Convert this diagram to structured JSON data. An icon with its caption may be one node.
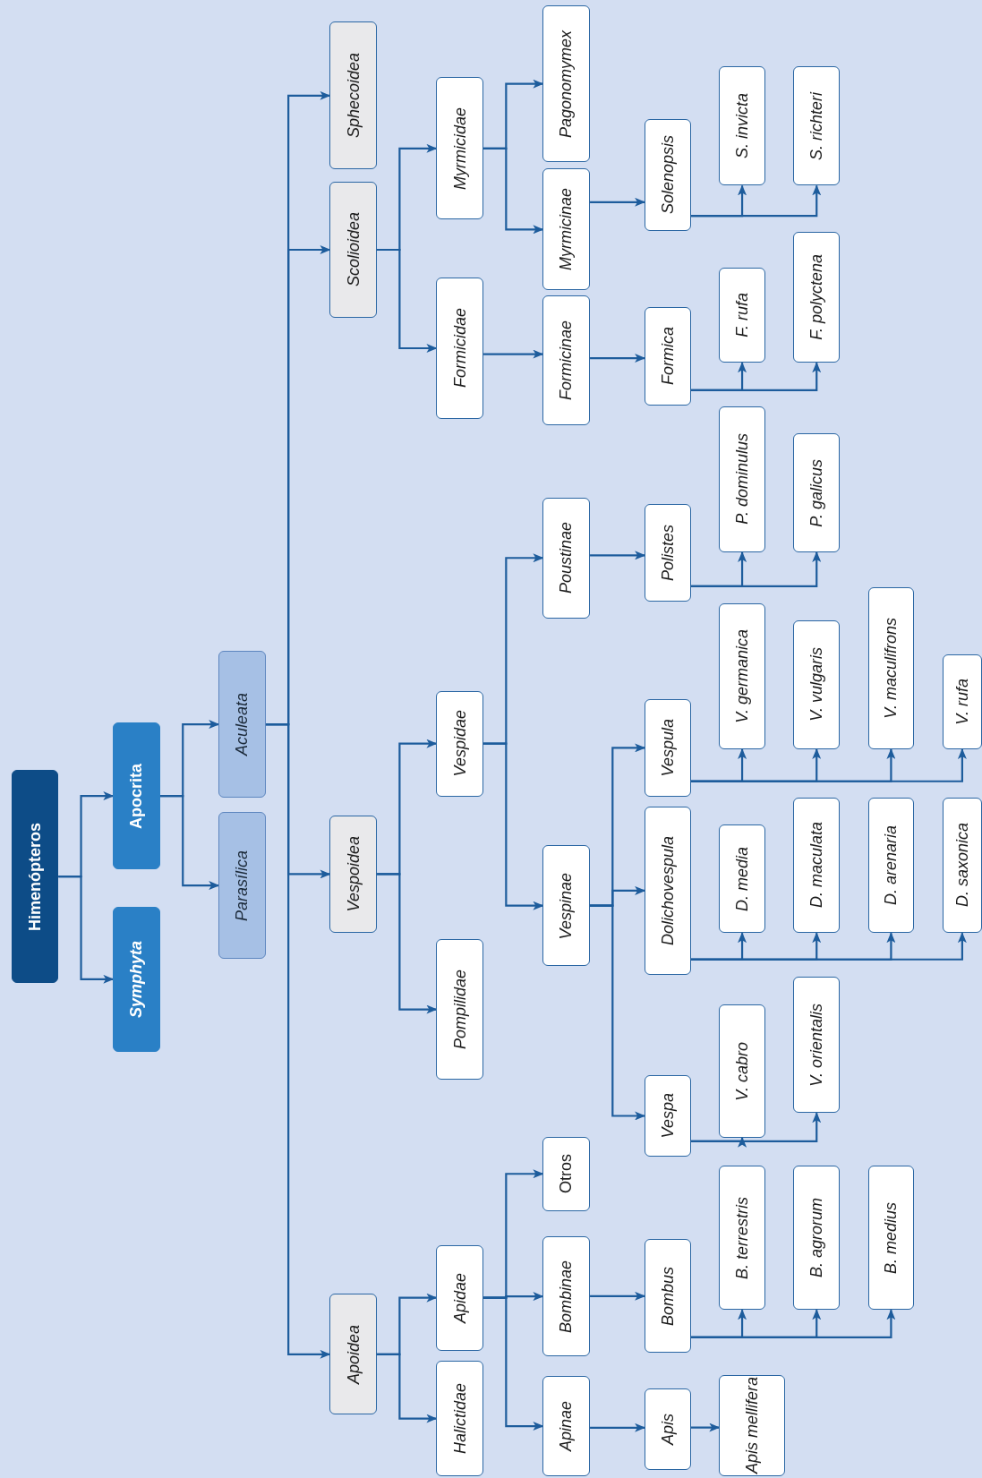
{
  "diagram": {
    "nodes": [
      {
        "text": [
          "Himenópteros"
        ]
      },
      {
        "text": [
          "Symphyta"
        ]
      },
      {
        "text": [
          "Apocrita"
        ]
      },
      {
        "text": [
          "Parasílica"
        ]
      },
      {
        "text": [
          "Aculeata"
        ]
      },
      {
        "text": [
          "Sphecoidea"
        ]
      },
      {
        "text": [
          "Scolioidea"
        ]
      },
      {
        "text": [
          "Vespoidea"
        ]
      },
      {
        "text": [
          "Apoidea"
        ]
      },
      {
        "text": [
          "Myrmicidae"
        ]
      },
      {
        "text": [
          "Formicidae"
        ]
      },
      {
        "text": [
          "Vespidae"
        ]
      },
      {
        "text": [
          "Pompilidae"
        ]
      },
      {
        "text": [
          "Apidae"
        ]
      },
      {
        "text": [
          "Halictidae"
        ]
      },
      {
        "text": [
          "Pagonomymex"
        ]
      },
      {
        "text": [
          "Myrmicinae"
        ]
      },
      {
        "text": [
          "Formicinae"
        ]
      },
      {
        "text": [
          "Poustinae"
        ]
      },
      {
        "text": [
          "Vespinae"
        ]
      },
      {
        "text": [
          "Otros"
        ]
      },
      {
        "text": [
          "Bombinae"
        ]
      },
      {
        "text": [
          "Apinae"
        ]
      },
      {
        "text": [
          "Solenopsis"
        ]
      },
      {
        "text": [
          "Formica"
        ]
      },
      {
        "text": [
          "Polistes"
        ]
      },
      {
        "text": [
          "Vespula"
        ]
      },
      {
        "text": [
          "Dolichovespula"
        ]
      },
      {
        "text": [
          "Vespa"
        ]
      },
      {
        "text": [
          "Bombus"
        ]
      },
      {
        "text": [
          "Apis"
        ]
      },
      {
        "text": [
          "S. invicta"
        ]
      },
      {
        "text": [
          "S. richteri"
        ]
      },
      {
        "text": [
          "F. rufa"
        ]
      },
      {
        "text": [
          "F. polyctena"
        ]
      },
      {
        "text": [
          "P. dominulus"
        ]
      },
      {
        "text": [
          "P. galicus"
        ]
      },
      {
        "text": [
          "V. germanica"
        ]
      },
      {
        "text": [
          "V. vulgaris"
        ]
      },
      {
        "text": [
          "V. maculifrons"
        ]
      },
      {
        "text": [
          "V. rufa"
        ]
      },
      {
        "text": [
          "D. media"
        ]
      },
      {
        "text": [
          "D. maculata"
        ]
      },
      {
        "text": [
          "D. arenaria"
        ]
      },
      {
        "text": [
          "D. saxonica"
        ]
      },
      {
        "text": [
          "V. cabro"
        ]
      },
      {
        "text": [
          "V. orientalis"
        ]
      },
      {
        "text": [
          "B. terrestris"
        ]
      },
      {
        "text": [
          "B. agrorum"
        ]
      },
      {
        "text": [
          "B. medius"
        ]
      },
      {
        "text": [
          "Apis mellifera"
        ]
      }
    ],
    "edges": [
      {
        "from": 0,
        "to": 1,
        "arrow": "to"
      },
      {
        "from": 0,
        "to": 2,
        "arrow": "to"
      },
      {
        "from": 2,
        "to": 3,
        "arrow": "to"
      },
      {
        "from": 2,
        "to": 4,
        "arrow": "to"
      },
      {
        "from": 4,
        "to": 5,
        "arrow": "to"
      },
      {
        "from": 4,
        "to": 6,
        "arrow": "to"
      },
      {
        "from": 4,
        "to": 7,
        "arrow": "to"
      },
      {
        "from": 4,
        "to": 8,
        "arrow": "to"
      },
      {
        "from": 6,
        "to": 9,
        "arrow": "to"
      },
      {
        "from": 6,
        "to": 10,
        "arrow": "to"
      },
      {
        "from": 7,
        "to": 11,
        "arrow": "to"
      },
      {
        "from": 7,
        "to": 12,
        "arrow": "to"
      },
      {
        "from": 8,
        "to": 13,
        "arrow": "to"
      },
      {
        "from": 8,
        "to": 14,
        "arrow": "to"
      },
      {
        "from": 9,
        "to": 15,
        "arrow": "to"
      },
      {
        "from": 9,
        "to": 16,
        "arrow": "to"
      },
      {
        "from": 10,
        "to": 17,
        "arrow": "to"
      },
      {
        "from": 11,
        "to": 18,
        "arrow": "to"
      },
      {
        "from": 11,
        "to": 19,
        "arrow": "to"
      },
      {
        "from": 13,
        "to": 20,
        "arrow": "to"
      },
      {
        "from": 13,
        "to": 21,
        "arrow": "to"
      },
      {
        "from": 13,
        "to": 22,
        "arrow": "to"
      },
      {
        "from": 16,
        "to": 23,
        "arrow": "to"
      },
      {
        "from": 17,
        "to": 24,
        "arrow": "to"
      },
      {
        "from": 18,
        "to": 25,
        "arrow": "to"
      },
      {
        "from": 19,
        "to": 26,
        "arrow": "to"
      },
      {
        "from": 19,
        "to": 27,
        "arrow": "to"
      },
      {
        "from": 19,
        "to": 28,
        "arrow": "to"
      },
      {
        "from": 21,
        "to": 29,
        "arrow": "to"
      },
      {
        "from": 22,
        "to": 30,
        "arrow": "to"
      },
      {
        "from": 23,
        "to": 31,
        "arrow": "to"
      },
      {
        "from": 23,
        "to": 32,
        "arrow": "to"
      },
      {
        "from": 24,
        "to": 33,
        "arrow": "to"
      },
      {
        "from": 24,
        "to": 34,
        "arrow": "to"
      },
      {
        "from": 25,
        "to": 35,
        "arrow": "to"
      },
      {
        "from": 25,
        "to": 36,
        "arrow": "to"
      },
      {
        "from": 26,
        "to": 37,
        "arrow": "to"
      },
      {
        "from": 26,
        "to": 38,
        "arrow": "to"
      },
      {
        "from": 26,
        "to": 39,
        "arrow": "to"
      },
      {
        "from": 26,
        "to": 40,
        "arrow": "to"
      },
      {
        "from": 27,
        "to": 41,
        "arrow": "to"
      },
      {
        "from": 27,
        "to": 42,
        "arrow": "to"
      },
      {
        "from": 27,
        "to": 43,
        "arrow": "to"
      },
      {
        "from": 27,
        "to": 44,
        "arrow": "to"
      },
      {
        "from": 28,
        "to": 45,
        "arrow": "to"
      },
      {
        "from": 28,
        "to": 46,
        "arrow": "to"
      },
      {
        "from": 29,
        "to": 47,
        "arrow": "to"
      },
      {
        "from": 29,
        "to": 48,
        "arrow": "to"
      },
      {
        "from": 29,
        "to": 49,
        "arrow": "to"
      },
      {
        "from": 30,
        "to": 50,
        "arrow": "to"
      }
    ]
  }
}
